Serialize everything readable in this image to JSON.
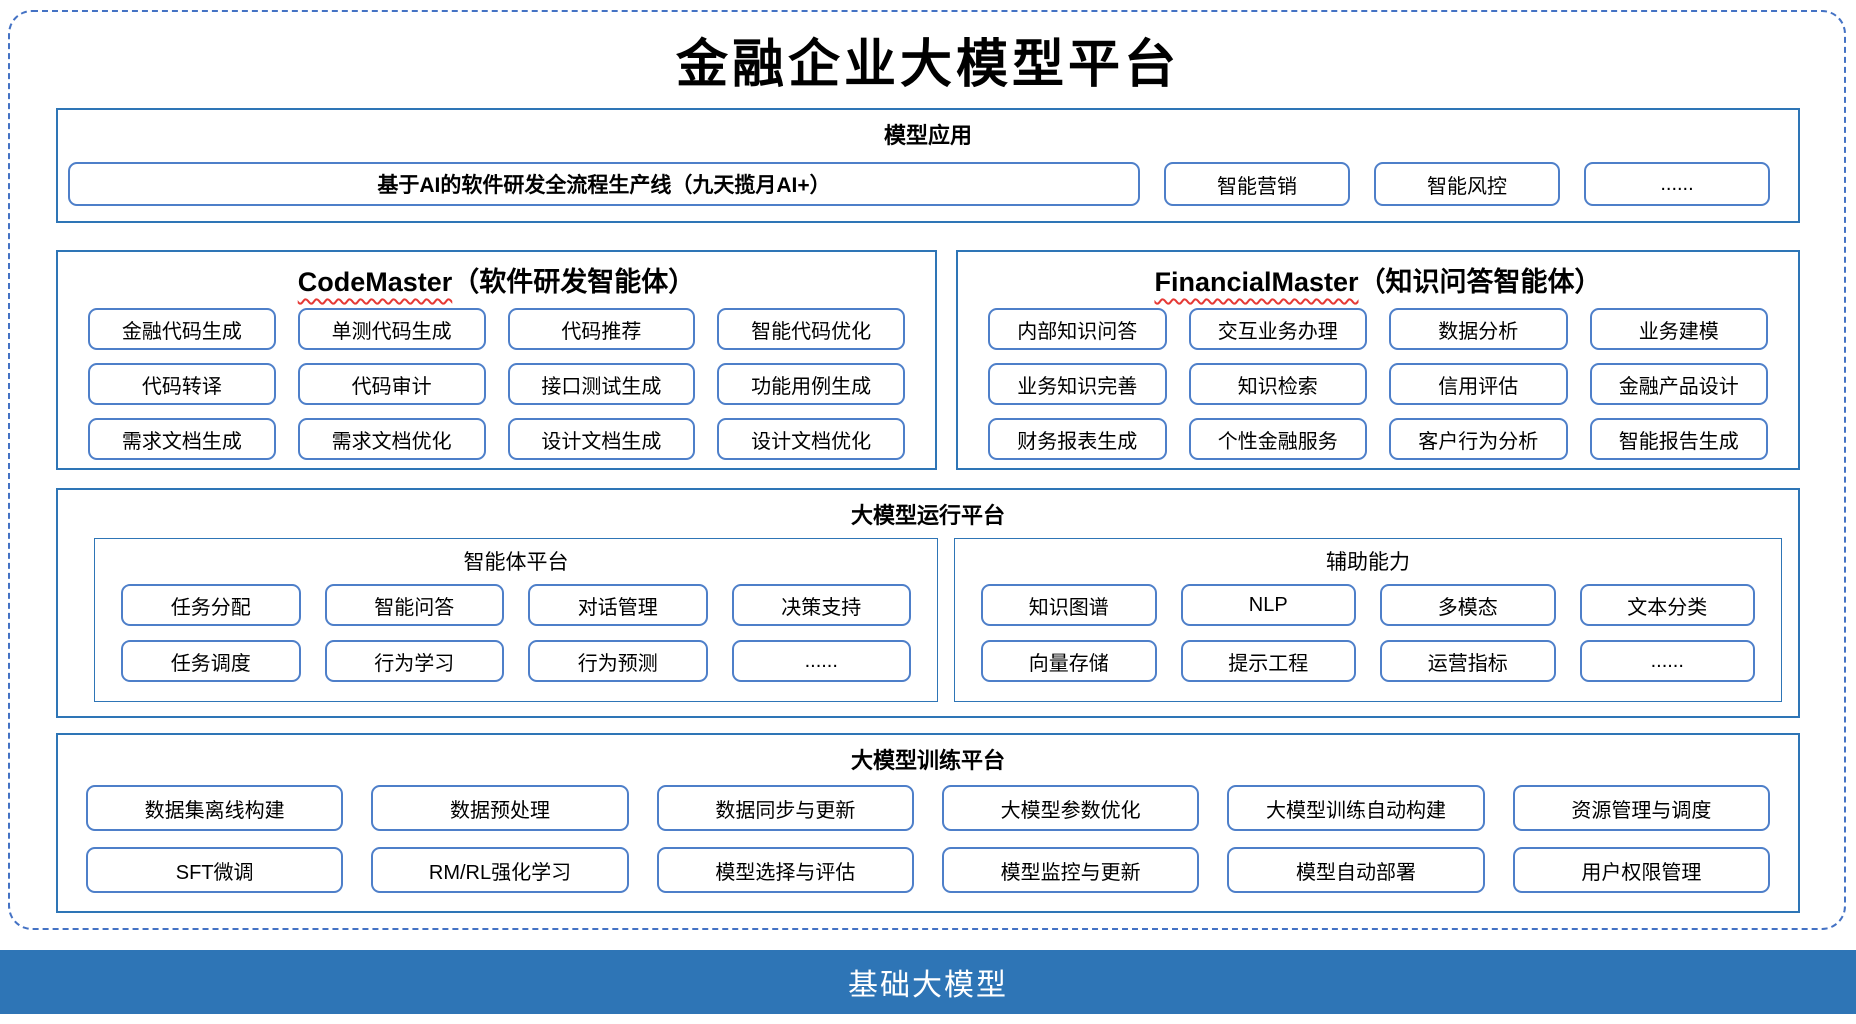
{
  "title": "金融企业大模型平台",
  "colors": {
    "section_border": "#2E75B6",
    "box_border": "#4E7FC9",
    "dashed_frame": "#4472C4",
    "footer_bar": "#2E75B6",
    "squiggle_red": "#E53935"
  },
  "model_app": {
    "title": "模型应用",
    "main_box": "基于AI的软件研发全流程生产线（九天揽月AI+）",
    "items": [
      "智能营销",
      "智能风控",
      "......"
    ]
  },
  "code_master": {
    "title_en": "CodeMaster",
    "title_zh": "（软件研发智能体）",
    "items": [
      "金融代码生成",
      "单测代码生成",
      "代码推荐",
      "智能代码优化",
      "代码转译",
      "代码审计",
      "接口测试生成",
      "功能用例生成",
      "需求文档生成",
      "需求文档优化",
      "设计文档生成",
      "设计文档优化"
    ]
  },
  "financial_master": {
    "title_en": "FinancialMaster",
    "title_zh": "（知识问答智能体）",
    "items": [
      "内部知识问答",
      "交互业务办理",
      "数据分析",
      "业务建模",
      "业务知识完善",
      "知识检索",
      "信用评估",
      "金融产品设计",
      "财务报表生成",
      "个性金融服务",
      "客户行为分析",
      "智能报告生成"
    ]
  },
  "runtime_platform": {
    "title": "大模型运行平台",
    "agent_platform": {
      "title": "智能体平台",
      "items": [
        "任务分配",
        "智能问答",
        "对话管理",
        "决策支持",
        "任务调度",
        "行为学习",
        "行为预测",
        "......"
      ]
    },
    "aux_ability": {
      "title": "辅助能力",
      "items": [
        "知识图谱",
        "NLP",
        "多模态",
        "文本分类",
        "向量存储",
        "提示工程",
        "运营指标",
        "......"
      ]
    }
  },
  "training_platform": {
    "title": "大模型训练平台",
    "items": [
      "数据集离线构建",
      "数据预处理",
      "数据同步与更新",
      "大模型参数优化",
      "大模型训练自动构建",
      "资源管理与调度",
      "SFT微调",
      "RM/RL强化学习",
      "模型选择与评估",
      "模型监控与更新",
      "模型自动部署",
      "用户权限管理"
    ]
  },
  "base_model": {
    "title": "基础大模型"
  }
}
